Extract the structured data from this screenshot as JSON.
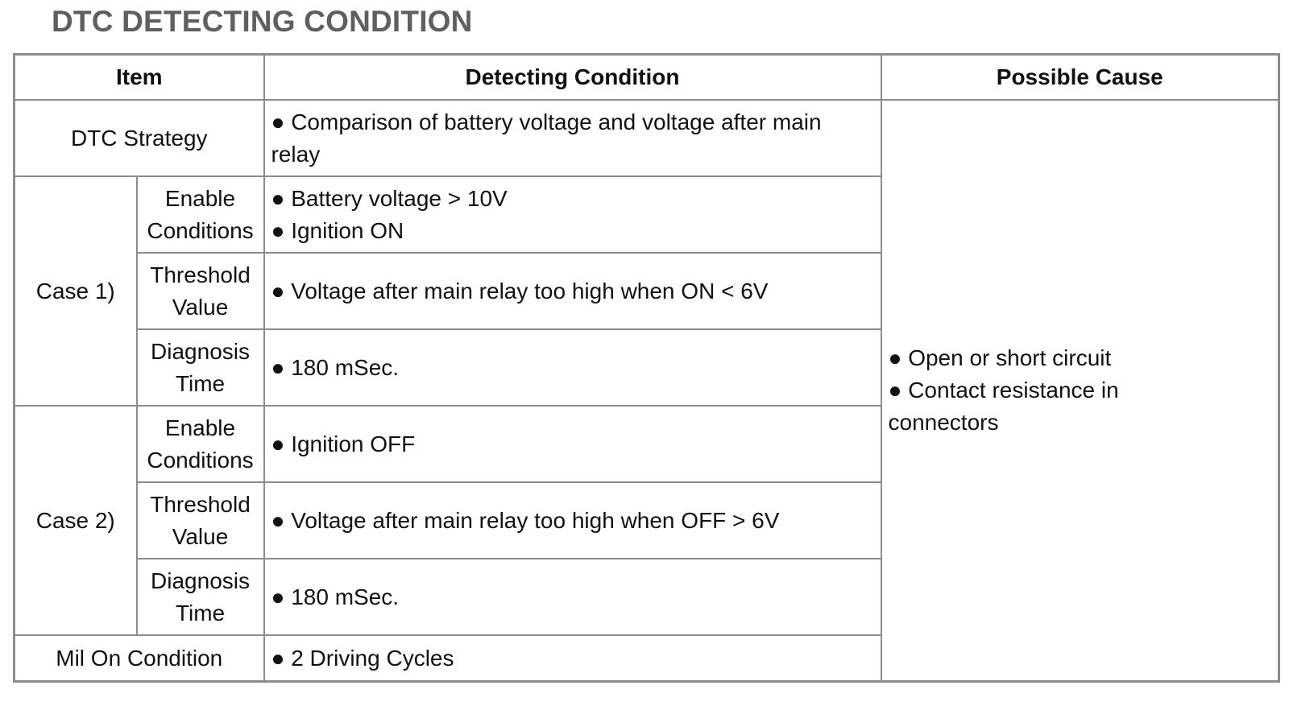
{
  "title": "DTC DETECTING CONDITION",
  "headers": {
    "item": "Item",
    "detecting_condition": "Detecting Condition",
    "possible_cause": "Possible Cause"
  },
  "rows": {
    "dtc_strategy": {
      "label": "DTC Strategy",
      "condition": "● Comparison of battery voltage and voltage after main relay"
    },
    "case1": {
      "label": "Case 1)",
      "enable": {
        "label_line1": "Enable",
        "label_line2": "Conditions",
        "condition_line1": "● Battery voltage > 10V",
        "condition_line2": "● Ignition ON"
      },
      "threshold": {
        "label_line1": "Threshold",
        "label_line2": "Value",
        "condition": "● Voltage after main relay too high when ON < 6V"
      },
      "diagnosis": {
        "label_line1": "Diagnosis",
        "label_line2": "Time",
        "condition": "● 180 mSec."
      }
    },
    "case2": {
      "label": "Case 2)",
      "enable": {
        "label_line1": "Enable",
        "label_line2": "Conditions",
        "condition": "● Ignition OFF"
      },
      "threshold": {
        "label_line1": "Threshold",
        "label_line2": "Value",
        "condition": "● Voltage after main relay too high when OFF > 6V"
      },
      "diagnosis": {
        "label_line1": "Diagnosis",
        "label_line2": "Time",
        "condition": "● 180 mSec."
      }
    },
    "mil_on": {
      "label": "Mil On Condition",
      "condition": "● 2 Driving Cycles"
    }
  },
  "possible_cause": {
    "line1": "● Open or short circuit",
    "line2": "● Contact resistance in",
    "line3": "connectors"
  }
}
